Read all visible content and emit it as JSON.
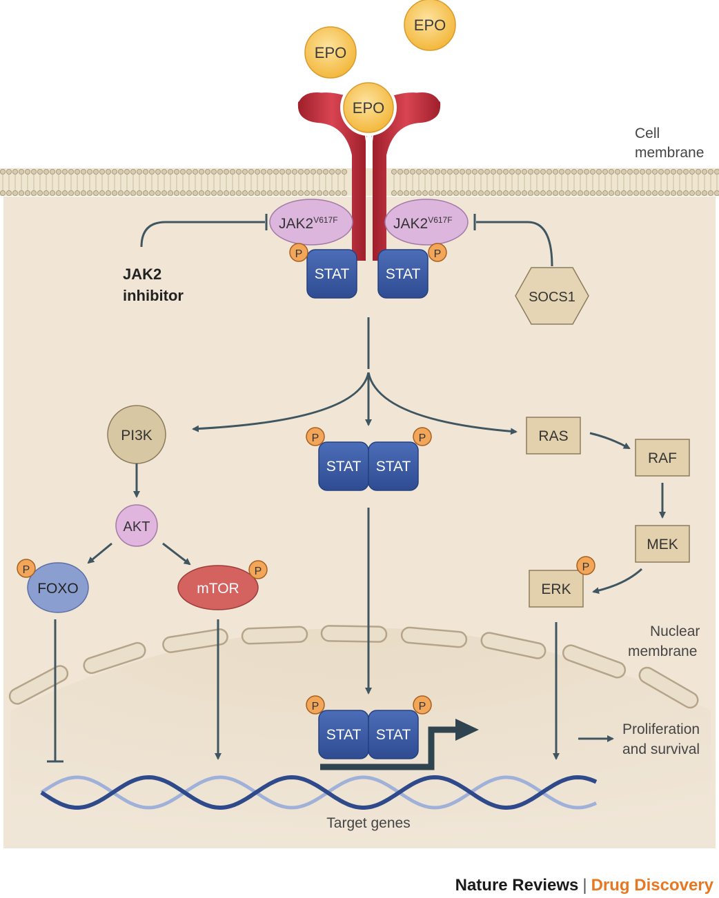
{
  "labels": {
    "epo_1": "EPO",
    "epo_2": "EPO",
    "epo_bound": "EPO",
    "cell_membrane_1": "Cell",
    "cell_membrane_2": "membrane",
    "jak2_base": "JAK2",
    "jak2_sup": "V617F",
    "stat": "STAT",
    "phospho": "P",
    "jak2_inhibitor_1": "JAK2",
    "jak2_inhibitor_2": "inhibitor",
    "socs1": "SOCS1",
    "pi3k": "PI3K",
    "akt": "AKT",
    "foxo": "FOXO",
    "mtor": "mTOR",
    "ras": "RAS",
    "raf": "RAF",
    "mek": "MEK",
    "erk": "ERK",
    "nuclear_membrane_1": "Nuclear",
    "nuclear_membrane_2": "membrane",
    "proliferation_1": "Proliferation",
    "proliferation_2": "and survival",
    "target_genes": "Target genes"
  },
  "footer": {
    "publisher": "Nature Reviews",
    "separator": "|",
    "journal": "Drug Discovery"
  },
  "colors": {
    "background": "#f1e6d6",
    "epo": "#f6c24c",
    "receptor": "#c9323f",
    "jak2": "#dcb6dd",
    "stat": "#3a5aa5",
    "phospho": "#f2a65a",
    "pi3k": "#d8c7a3",
    "akt": "#e0b6de",
    "foxo": "#8a9ed0",
    "mtor": "#d4625f",
    "kinase_box": "#e3d0ad",
    "arrow": "#3f5560",
    "dna_dark": "#2f4a8a",
    "dna_light": "#9fb1d8",
    "journal": "#e87722"
  }
}
